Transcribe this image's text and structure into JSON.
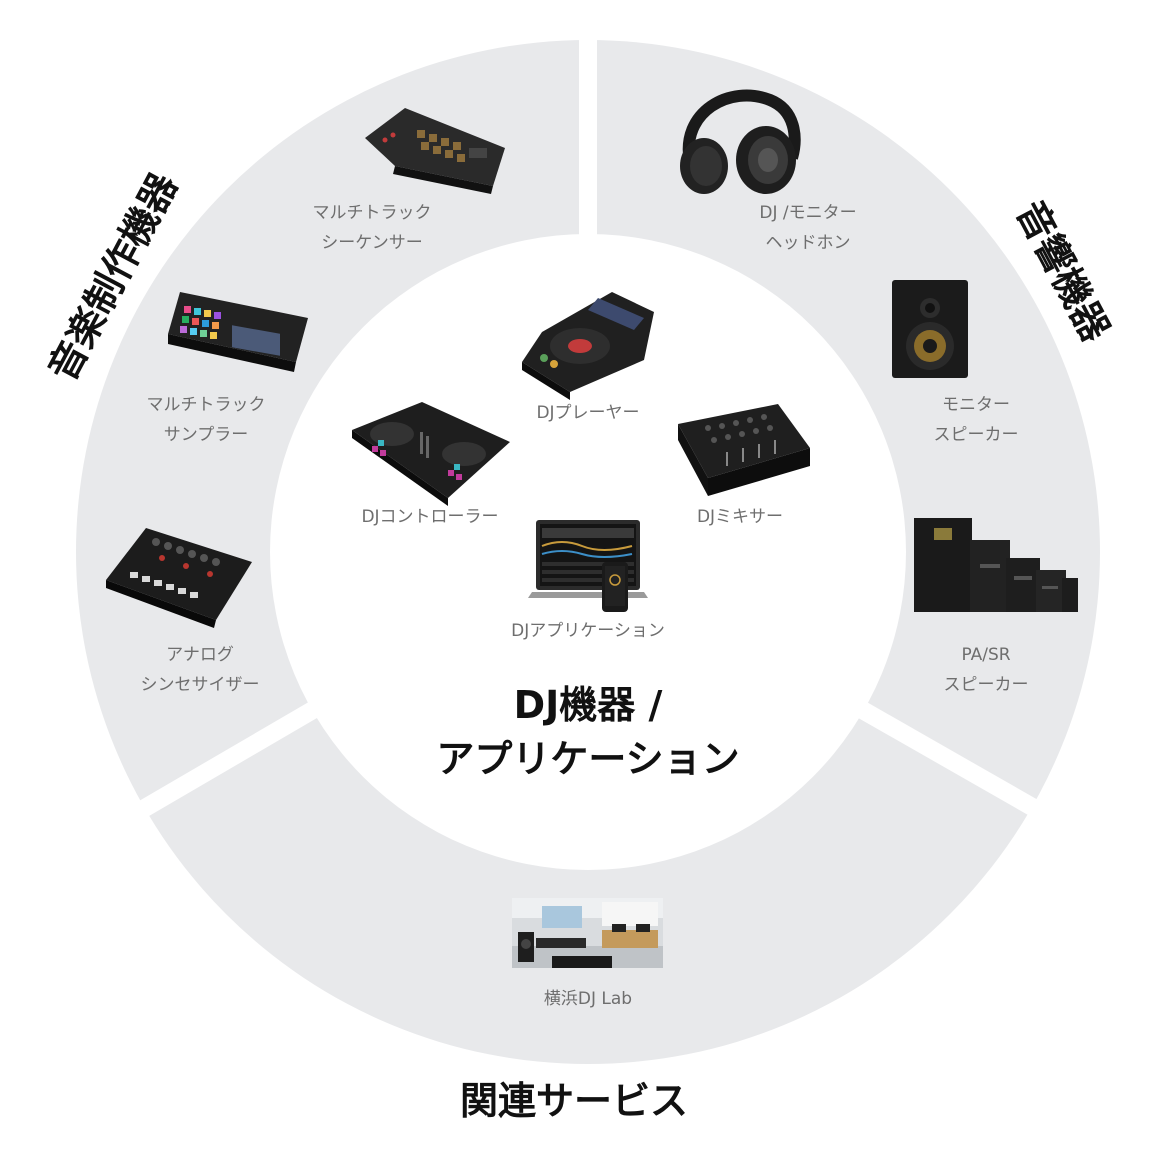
{
  "center": {
    "title_line1": "DJ機器 /",
    "title_line2": "アプリケーション",
    "items": [
      {
        "key": "player",
        "label": "DJプレーヤー",
        "icon": "cdj-player-icon"
      },
      {
        "key": "controller",
        "label": "DJコントローラー",
        "icon": "dj-controller-icon"
      },
      {
        "key": "mixer",
        "label": "DJミキサー",
        "icon": "dj-mixer-icon"
      },
      {
        "key": "app",
        "label": "DJアプリケーション",
        "icon": "dj-app-laptop-icon"
      }
    ]
  },
  "sectors": {
    "production": {
      "title": "音楽制作機器",
      "items": [
        {
          "line1": "マルチトラック",
          "line2": "シーケンサー",
          "icon": "sequencer-icon"
        },
        {
          "line1": "マルチトラック",
          "line2": "サンプラー",
          "icon": "sampler-icon"
        },
        {
          "line1": "アナログ",
          "line2": "シンセサイザー",
          "icon": "synthesizer-icon"
        }
      ]
    },
    "audio": {
      "title": "音響機器",
      "items": [
        {
          "line1": "DJ /モニター",
          "line2": "ヘッドホン",
          "icon": "headphones-icon"
        },
        {
          "line1": "モニター",
          "line2": "スピーカー",
          "icon": "monitor-speaker-icon"
        },
        {
          "line1": "PA/SR",
          "line2": "スピーカー",
          "icon": "pa-speakers-icon"
        }
      ]
    },
    "services": {
      "title": "関連サービス",
      "items": [
        {
          "line1": "横浜DJ Lab",
          "icon": "dj-lab-photo"
        }
      ]
    }
  },
  "colors": {
    "ring": "#e8e9eb",
    "center": "#ffffff",
    "label": "#6e6e6e",
    "title": "#111111"
  }
}
